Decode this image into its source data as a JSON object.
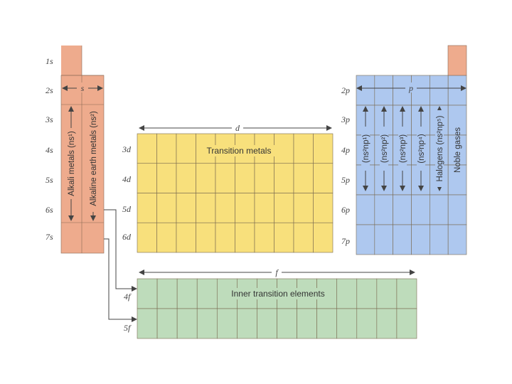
{
  "colors": {
    "s_block": "#eeab8d",
    "d_block": "#f8e07c",
    "p_block": "#aec8ef",
    "f_block": "#bedcbb",
    "cell_line": "#7a6a50",
    "arrow": "#444444"
  },
  "row_labels": {
    "s": [
      "1s",
      "2s",
      "3s",
      "4s",
      "5s",
      "6s",
      "7s"
    ],
    "d": [
      "3d",
      "4d",
      "5d",
      "6d"
    ],
    "p": [
      "2p",
      "3p",
      "4p",
      "5p",
      "6p",
      "7p"
    ],
    "f": [
      "4f",
      "5f"
    ]
  },
  "blocks": {
    "s": {
      "label": "s"
    },
    "d": {
      "label": "d",
      "name": "Transition metals"
    },
    "p": {
      "label": "p"
    },
    "f": {
      "label": "f",
      "name": "Inner transition elements"
    }
  },
  "groups": {
    "alkali": "Alkali metals (ns¹)",
    "alkaline_earth": "Alkaline earth metals (ns²)",
    "p1": "(ns²np¹)",
    "p2": "(ns²np²)",
    "p3": "(ns²np³)",
    "p4": "(ns²np⁴)",
    "halogens": "Halogens (ns²np⁵)",
    "noble": "Noble gases"
  }
}
